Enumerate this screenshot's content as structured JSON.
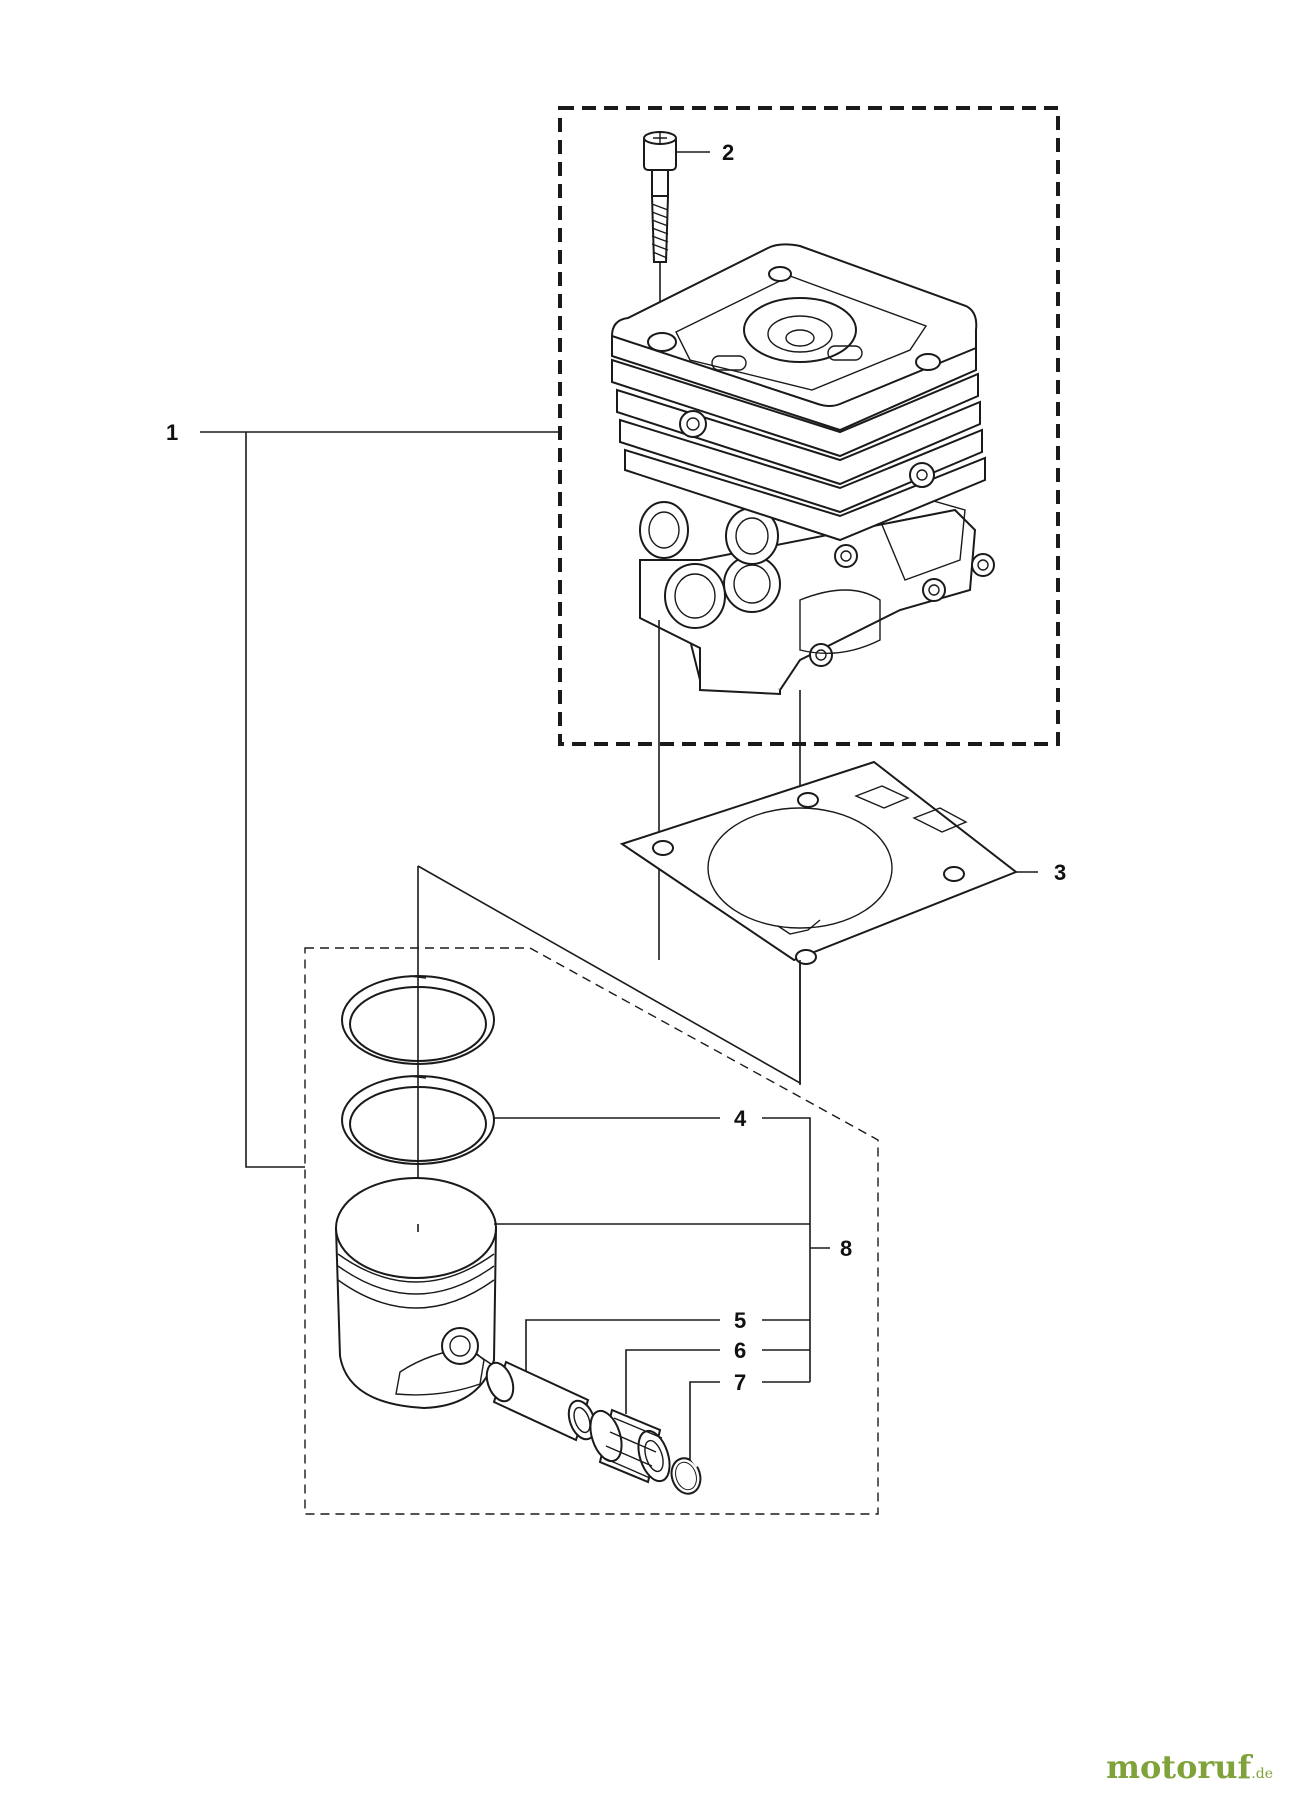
{
  "callouts": {
    "c1": "1",
    "c2": "2",
    "c3": "3",
    "c4": "4",
    "c5": "5",
    "c6": "6",
    "c7": "7",
    "c8": "8"
  },
  "watermark": {
    "main": "motoruf",
    "tld": ".de",
    "color": "#7fa23a"
  }
}
